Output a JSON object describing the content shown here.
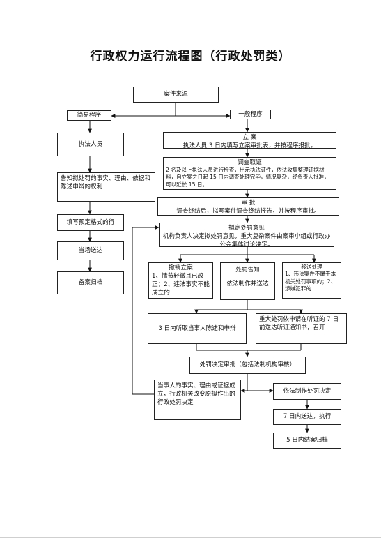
{
  "title": "行政权力运行流程图（行政处罚类）",
  "source": "案件来源",
  "simple": {
    "label": "简易程序",
    "steps": [
      "执法人员",
      "告知拟处罚的事实、理由、依据和陈述申辩的权利",
      "填写预定格式的行",
      "当场送达",
      "备案归档"
    ]
  },
  "general": {
    "label": "一般程序",
    "filing": {
      "title": "立 案",
      "text": "执法人员 3 日内填写立案审批表，并按程序报批。"
    },
    "investigation": {
      "title": "调查取证",
      "text": "2 名及以上执法人员进行检查，出示执法证件，依法收集整理证据材料，自立案之日起 15 日内调查处理完毕，情况复杂，经负责人批准，可以延长 15 日。"
    },
    "approval": {
      "title": "审 批",
      "text": "调查终结后，拟写案件调查终结报告，并按程序审批。"
    },
    "proposal": {
      "title": "拟定处罚意见",
      "text": "机构负责人决定拟处罚意见，重大复杂案件由案审小组或行政办公会集体讨论决定。"
    },
    "withdraw": {
      "title": "撤销立案",
      "text": "1、情节轻微且已改正；2、违法事实不能成立的"
    },
    "notice": {
      "title": "处罚告知",
      "text": "依法制作并送达"
    },
    "transfer": {
      "title": "移送处理",
      "text": "1、违法案件不属于本机关处罚事项的；2、涉嫌犯罪的"
    },
    "hearing_statement": "3 日内听取当事人陈述和申辩",
    "hearing_major": "重大处罚依申请在听证的 7 日前送达听证通知书，召开",
    "decision_review": "处罚决定审批（包括法制机构审核）",
    "reconsider": "当事人的事实、理由或证据成立，行政机关改变原拟作出的行政处罚决定",
    "make_decision": "依法制作处罚决定",
    "deliver": "7 日内送达，执行",
    "archive": "5 日内结案归档"
  }
}
